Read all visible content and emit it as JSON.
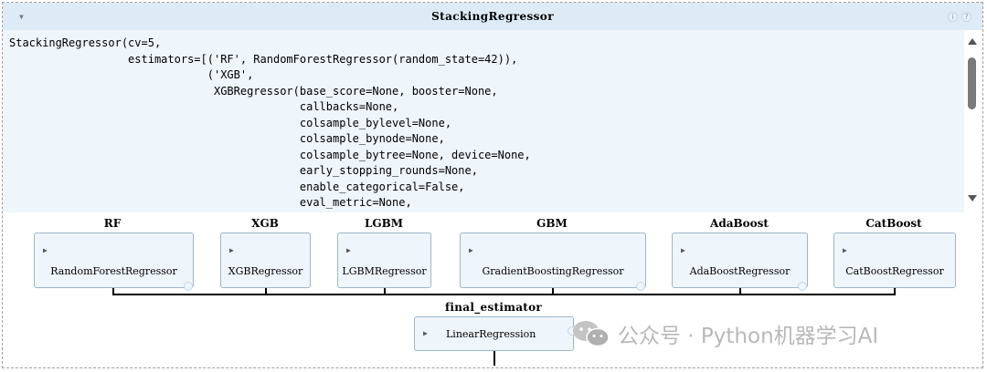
{
  "header": {
    "title": "StackingRegressor",
    "info_icon": "i",
    "help_icon": "?"
  },
  "code": {
    "lines": [
      "StackingRegressor(cv=5,",
      "                  estimators=[('RF', RandomForestRegressor(random_state=42)),",
      "                              ('XGB',",
      "                               XGBRegressor(base_score=None, booster=None,",
      "                                            callbacks=None,",
      "                                            colsample_bylevel=None,",
      "                                            colsample_bynode=None,",
      "                                            colsample_bytree=None, device=None,",
      "                                            early_stopping_rounds=None,",
      "                                            enable_categorical=False,",
      "                                            eval_metric=None,"
    ]
  },
  "estimators": [
    {
      "label": "RF",
      "name": "RandomForestRegressor"
    },
    {
      "label": "XGB",
      "name": "XGBRegressor"
    },
    {
      "label": "LGBM",
      "name": "LGBMRegressor"
    },
    {
      "label": "GBM",
      "name": "GradientBoostingRegressor"
    },
    {
      "label": "AdaBoost",
      "name": "AdaBoostRegressor"
    },
    {
      "label": "CatBoost",
      "name": "CatBoostRegressor"
    }
  ],
  "final_estimator": {
    "label": "final_estimator",
    "name": "LinearRegression"
  },
  "watermark": {
    "text": "公众号 · Python机器学习AI",
    "icon": "wechat-icon"
  },
  "colors": {
    "header_bg": "#dcebf6",
    "code_bg": "#eef5fb",
    "box_border": "#9fb5c9"
  }
}
